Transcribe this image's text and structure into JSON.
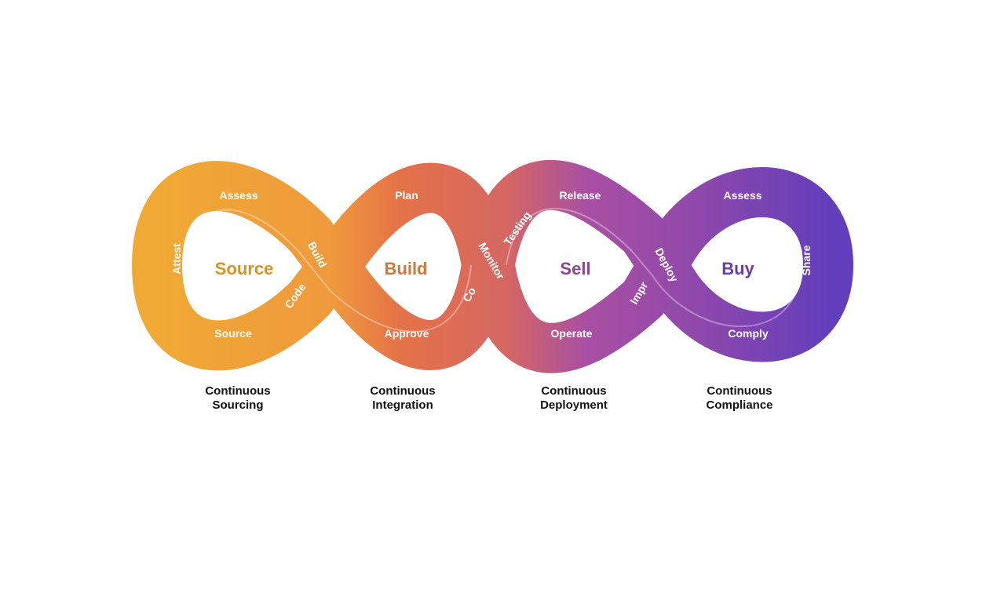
{
  "colors": {
    "source": "#EFA52A",
    "build": "#E36B3E",
    "sell": "#A4469E",
    "buy": "#5B34B8",
    "source_text": "#D69326",
    "build_text": "#C97A3C",
    "sell_text": "#8E4590",
    "buy_text": "#6A3EA8"
  },
  "loops": [
    {
      "title": "Source",
      "caption_line1": "Continuous",
      "caption_line2": "Sourcing"
    },
    {
      "title": "Build",
      "caption_line1": "Continuous",
      "caption_line2": "Integration"
    },
    {
      "title": "Sell",
      "caption_line1": "Continuous",
      "caption_line2": "Deployment"
    },
    {
      "title": "Buy",
      "caption_line1": "Continuous",
      "caption_line2": "Compliance"
    }
  ],
  "stages": {
    "source_assess": "Assess",
    "source_attest": "Attest",
    "source_source": "Source",
    "build_build": "Build",
    "build_code": "Code",
    "build_plan": "Plan",
    "build_approve": "Approve",
    "sell_monitor": "Monitor",
    "sell_co": "Co",
    "sell_testing": "Testing",
    "sell_release": "Release",
    "sell_operate": "Operate",
    "buy_deploy": "Deploy",
    "buy_impr": "Impr",
    "buy_assess": "Assess",
    "buy_share": "Share",
    "buy_comply": "Comply"
  },
  "icons": [
    "infinity-chain-icon"
  ]
}
